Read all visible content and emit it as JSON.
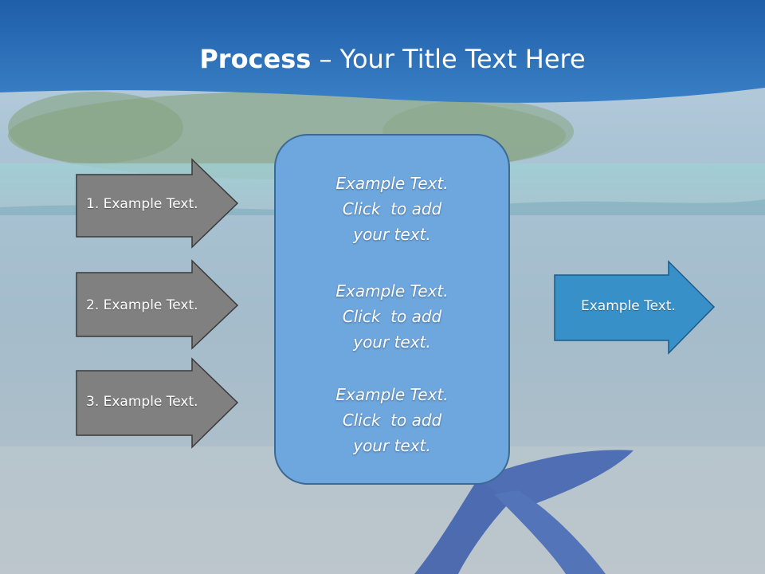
{
  "slide": {
    "title_bold": "Process",
    "title_rest": " – Your Title Text Here"
  },
  "inputs": [
    {
      "label": "1. Example Text."
    },
    {
      "label": "2. Example Text."
    },
    {
      "label": "3. Example Text."
    }
  ],
  "center_box": {
    "blocks": [
      {
        "lines": [
          "Example Text.",
          "Click  to add",
          "your text."
        ]
      },
      {
        "lines": [
          "Example Text.",
          "Click  to add",
          "your text."
        ]
      },
      {
        "lines": [
          "Example Text.",
          "Click  to add",
          "your text."
        ]
      }
    ]
  },
  "output": {
    "label": "Example Text."
  },
  "colors": {
    "header_blue": "#2a6cb5",
    "input_arrow": "#808080",
    "center_box": "#6ea6de",
    "output_arrow": "#3790c8"
  }
}
